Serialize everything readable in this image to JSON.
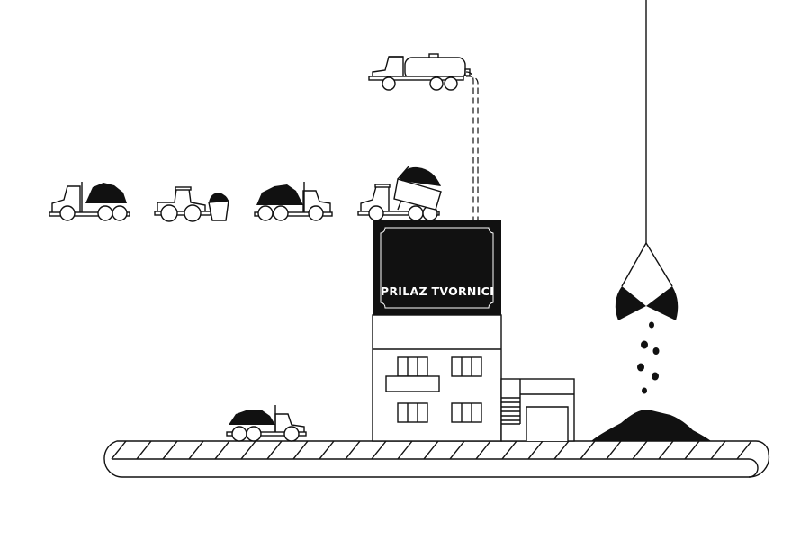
{
  "scene": {
    "title": "Factory illustration",
    "colors": {
      "ink": "#111111",
      "background": "#ffffff"
    }
  },
  "building": {
    "sign_text": "PRILAZ TVORNICI"
  },
  "vehicles": [
    {
      "type": "tanker-truck",
      "position": "top-center"
    },
    {
      "type": "loaded-dump-truck",
      "position": "row-1"
    },
    {
      "type": "front-loader",
      "position": "row-2"
    },
    {
      "type": "loaded-dump-truck",
      "position": "row-3"
    },
    {
      "type": "tipping-dump-truck",
      "position": "row-4"
    },
    {
      "type": "loaded-dump-truck",
      "position": "conveyor"
    }
  ],
  "icons": {
    "crane": "grab-bucket-icon",
    "pile": "material-pile-icon",
    "conveyor": "conveyor-belt-icon"
  }
}
